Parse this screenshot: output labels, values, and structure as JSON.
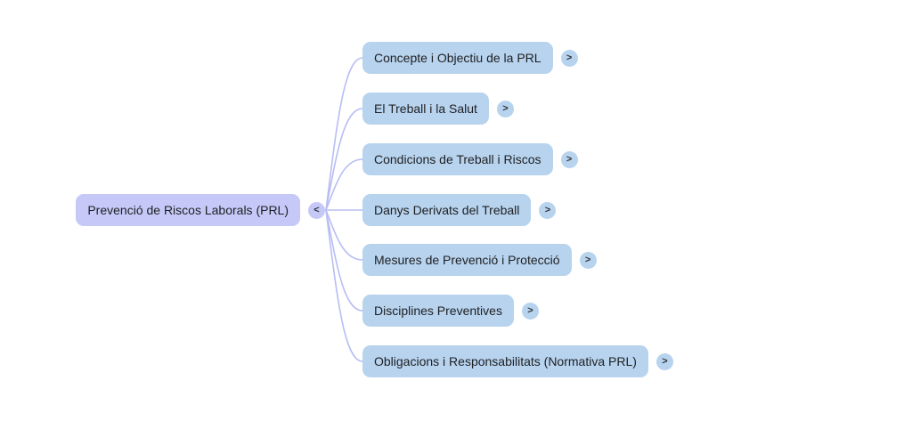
{
  "mindmap": {
    "root": {
      "label": "Prevenció de Riscos Laborals (PRL)",
      "collapse_glyph": "<"
    },
    "children": [
      {
        "label": "Concepte i Objectiu de la PRL",
        "expand_glyph": ">"
      },
      {
        "label": "El Treball i la Salut",
        "expand_glyph": ">"
      },
      {
        "label": "Condicions de Treball i Riscos",
        "expand_glyph": ">"
      },
      {
        "label": "Danys Derivats del Treball",
        "expand_glyph": ">"
      },
      {
        "label": "Mesures de Prevenció i Protecció",
        "expand_glyph": ">"
      },
      {
        "label": "Disciplines Preventives",
        "expand_glyph": ">"
      },
      {
        "label": "Obligacions i Responsabilitats (Normativa PRL)",
        "expand_glyph": ">"
      }
    ],
    "colors": {
      "background": "#ffffff",
      "root_node_fill": "#c6c9f8",
      "child_node_fill": "#b7d3ee",
      "connector": "#b8bdf4",
      "text": "#202124"
    }
  }
}
